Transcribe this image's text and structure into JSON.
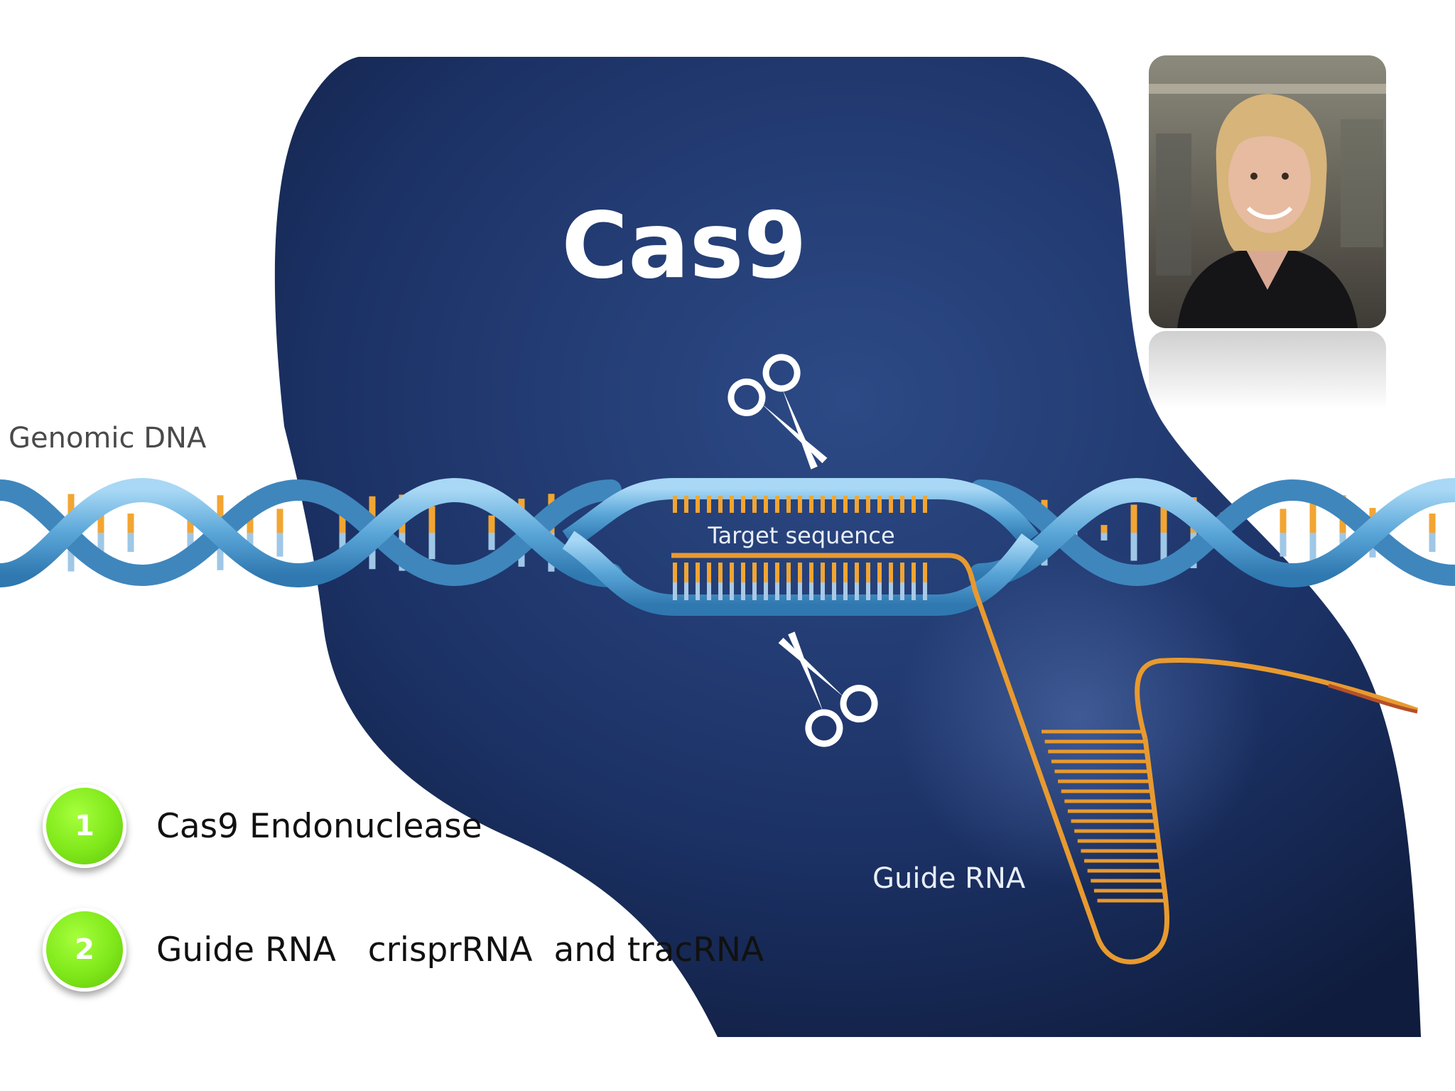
{
  "diagram": {
    "protein_label": "Cas9",
    "dna_label": "Genomic DNA",
    "target_label": "Target sequence",
    "guide_label": "Guide RNA"
  },
  "legend": [
    {
      "number": "1",
      "text": "Cas9 Endonuclease"
    },
    {
      "number": "2",
      "text": "Guide RNA   crisprRNA  and tracRNA"
    }
  ],
  "icons": [
    "scissors-icon",
    "scissors-icon"
  ],
  "colors": {
    "protein": "#1b2f5e",
    "dna_backbone": "#6fb4e0",
    "base_pair": "#f2a531",
    "guide_rna": "#e89a2f",
    "badge": "#7fe81a"
  }
}
